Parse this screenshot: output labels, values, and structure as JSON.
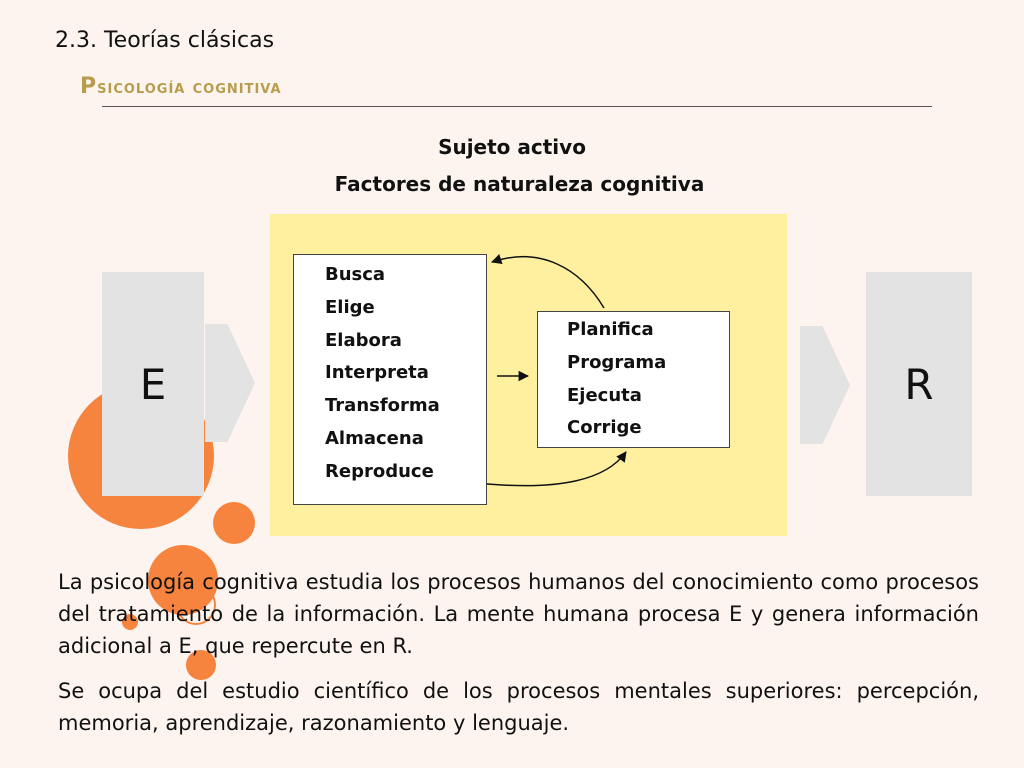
{
  "slide": {
    "section_label": "2.3. Teorías clásicas",
    "title": "Psicología cognitiva"
  },
  "diagram": {
    "heading_1": "Sujeto activo",
    "heading_2": "Factores de naturaleza cognitiva",
    "stimulus_label": "E",
    "response_label": "R",
    "left_list": [
      "Busca",
      "Elige",
      "Elabora",
      "Interpreta",
      "Transforma",
      "Almacena",
      "Reproduce"
    ],
    "right_list": [
      "Planifica",
      "Programa",
      "Ejecuta",
      "Corrige"
    ]
  },
  "body": {
    "paragraph_1": "La psicología cognitiva estudia los procesos humanos del conocimiento como procesos del tratamiento de la información. La mente humana procesa E y genera información adicional a E, que repercute en R.",
    "paragraph_2": "Se ocupa del estudio científico de los  procesos mentales superiores: percepción, memoria, aprendizaje, razonamiento y lenguaje."
  },
  "colors": {
    "accent_orange": "#f6843e",
    "title_gold": "#b79c4c",
    "panel_yellow": "#fff0a0",
    "box_gray": "#e3e3e3",
    "background": "#fdf4f0"
  }
}
